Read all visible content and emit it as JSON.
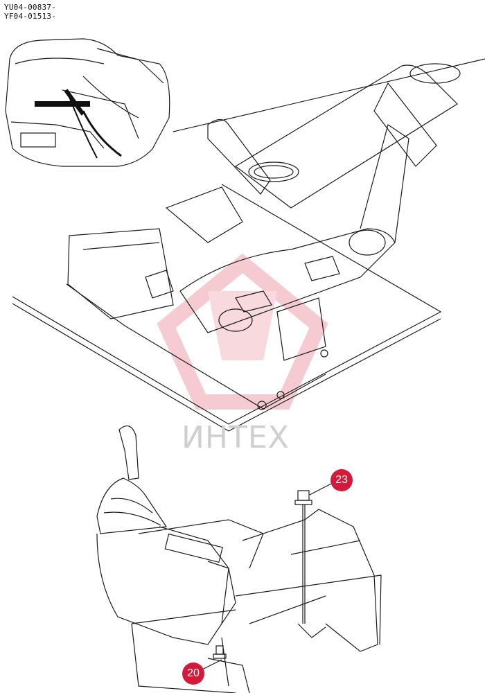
{
  "serial_codes": [
    "YU04-00837-",
    "YF04-01513-"
  ],
  "watermark": "ИНТЕХ",
  "callouts": [
    {
      "label": "23"
    },
    {
      "label": "20"
    }
  ],
  "colors": {
    "callout": "#d4193a",
    "line": "#1a1a1a",
    "watermark": "#f2b8c0"
  }
}
